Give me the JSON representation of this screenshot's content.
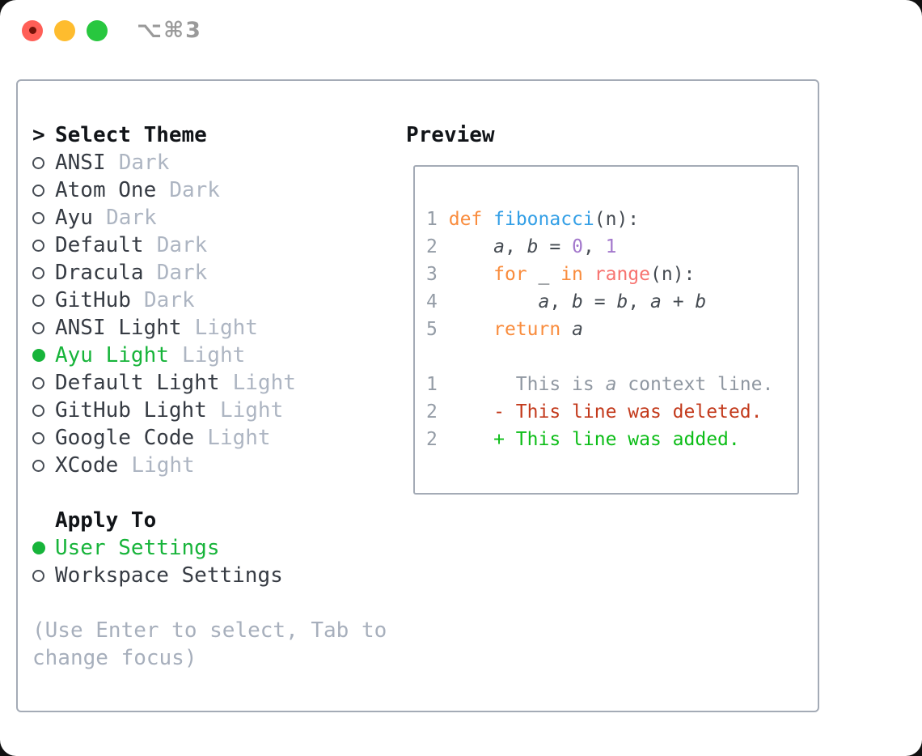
{
  "window": {
    "title": "⌥⌘3"
  },
  "theme_picker": {
    "cursor": ">",
    "header": "Select Theme",
    "items": [
      {
        "name": "ANSI",
        "variant": "Dark",
        "selected": false
      },
      {
        "name": "Atom One",
        "variant": "Dark",
        "selected": false
      },
      {
        "name": "Ayu",
        "variant": "Dark",
        "selected": false
      },
      {
        "name": "Default",
        "variant": "Dark",
        "selected": false
      },
      {
        "name": "Dracula",
        "variant": "Dark",
        "selected": false
      },
      {
        "name": "GitHub",
        "variant": "Dark",
        "selected": false
      },
      {
        "name": "ANSI Light",
        "variant": "Light",
        "selected": false
      },
      {
        "name": "Ayu Light",
        "variant": "Light",
        "selected": true
      },
      {
        "name": "Default Light",
        "variant": "Light",
        "selected": false
      },
      {
        "name": "GitHub Light",
        "variant": "Light",
        "selected": false
      },
      {
        "name": "Google Code",
        "variant": "Light",
        "selected": false
      },
      {
        "name": "XCode",
        "variant": "Light",
        "selected": false
      }
    ],
    "apply_to": {
      "header": "Apply To",
      "options": [
        {
          "name": "User Settings",
          "selected": true
        },
        {
          "name": "Workspace Settings",
          "selected": false
        }
      ]
    },
    "hint_lines": [
      "(Use Enter to select, Tab to",
      "change focus)"
    ]
  },
  "preview": {
    "header": "Preview",
    "lines": [
      [
        {
          "c": "ln",
          "t": "1"
        },
        {
          "c": "pl",
          "t": " "
        },
        {
          "c": "kw",
          "t": "def"
        },
        {
          "c": "pl",
          "t": " "
        },
        {
          "c": "fn",
          "t": "fibonacci"
        },
        {
          "c": "pl",
          "t": "(n):"
        }
      ],
      [
        {
          "c": "ln",
          "t": "2"
        },
        {
          "c": "pl",
          "t": "     "
        },
        {
          "c": "va",
          "t": "a"
        },
        {
          "c": "pl",
          "t": ", "
        },
        {
          "c": "va",
          "t": "b"
        },
        {
          "c": "pl",
          "t": " = "
        },
        {
          "c": "nu",
          "t": "0"
        },
        {
          "c": "pl",
          "t": ", "
        },
        {
          "c": "nu",
          "t": "1"
        }
      ],
      [
        {
          "c": "ln",
          "t": "3"
        },
        {
          "c": "pl",
          "t": "     "
        },
        {
          "c": "kw",
          "t": "for"
        },
        {
          "c": "pl",
          "t": " _ "
        },
        {
          "c": "kw",
          "t": "in"
        },
        {
          "c": "pl",
          "t": " "
        },
        {
          "c": "ca",
          "t": "range"
        },
        {
          "c": "pl",
          "t": "(n):"
        }
      ],
      [
        {
          "c": "ln",
          "t": "4"
        },
        {
          "c": "pl",
          "t": "         "
        },
        {
          "c": "va",
          "t": "a"
        },
        {
          "c": "pl",
          "t": ", "
        },
        {
          "c": "va",
          "t": "b"
        },
        {
          "c": "pl",
          "t": " = "
        },
        {
          "c": "va",
          "t": "b"
        },
        {
          "c": "pl",
          "t": ", "
        },
        {
          "c": "va",
          "t": "a"
        },
        {
          "c": "pl",
          "t": " + "
        },
        {
          "c": "va",
          "t": "b"
        }
      ],
      [
        {
          "c": "ln",
          "t": "5"
        },
        {
          "c": "pl",
          "t": "     "
        },
        {
          "c": "kw",
          "t": "return"
        },
        {
          "c": "pl",
          "t": " "
        },
        {
          "c": "va",
          "t": "a"
        }
      ],
      [],
      [
        {
          "c": "ln",
          "t": "1"
        },
        {
          "c": "pl",
          "t": "       "
        },
        {
          "c": "cx",
          "t": "This is "
        },
        {
          "c": "cxi",
          "t": "a"
        },
        {
          "c": "cx",
          "t": " context line."
        }
      ],
      [
        {
          "c": "ln",
          "t": "2"
        },
        {
          "c": "pl",
          "t": "     "
        },
        {
          "c": "de",
          "t": "- This line was deleted."
        }
      ],
      [
        {
          "c": "ln",
          "t": "2"
        },
        {
          "c": "pl",
          "t": "     "
        },
        {
          "c": "ad",
          "t": "+ This line was added."
        }
      ]
    ]
  },
  "colors": {
    "selected_green": "#17b43a",
    "diff_added_green": "#0cbd17",
    "diff_deleted_red": "#c33a1c",
    "keyword_orange": "#f98c3d",
    "function_blue": "#339fe6",
    "number_purple": "#a378cc",
    "call_coral": "#f77370",
    "muted_gray": "#adb5c2",
    "panel_border": "#a4abb6",
    "traffic_red": "#ff5f57",
    "traffic_yellow": "#febc2e",
    "traffic_green": "#28c73f"
  }
}
